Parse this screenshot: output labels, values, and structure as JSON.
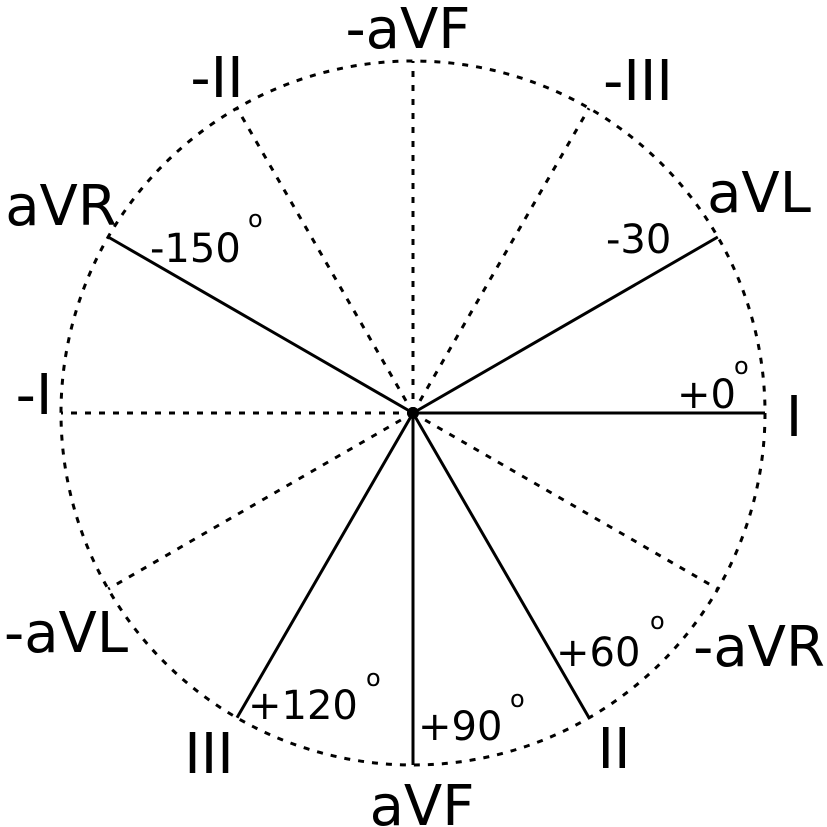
{
  "diagram": {
    "colors": {
      "stroke": "#000000",
      "background": "#ffffff"
    },
    "axes": [
      {
        "id": "lead-I",
        "angle": 0,
        "style": "solid"
      },
      {
        "id": "lead-aVL",
        "angle": -30,
        "style": "solid"
      },
      {
        "id": "lead-II",
        "angle": 60,
        "style": "solid"
      },
      {
        "id": "lead-aVF",
        "angle": 90,
        "style": "solid"
      },
      {
        "id": "lead-III",
        "angle": 120,
        "style": "solid"
      },
      {
        "id": "lead-aVR",
        "angle": -150,
        "style": "solid"
      },
      {
        "id": "neg-lead-I",
        "angle": 180,
        "style": "dashed"
      },
      {
        "id": "neg-lead-aVL",
        "angle": 150,
        "style": "dashed"
      },
      {
        "id": "neg-lead-II",
        "angle": -120,
        "style": "dashed"
      },
      {
        "id": "neg-lead-aVF",
        "angle": -90,
        "style": "dashed"
      },
      {
        "id": "neg-lead-III",
        "angle": -60,
        "style": "dashed"
      },
      {
        "id": "neg-lead-aVR",
        "angle": 30,
        "style": "dashed"
      }
    ],
    "lead_labels": {
      "neg_avf": "-aVF",
      "neg_ii": "-II",
      "neg_iii": "-III",
      "avr": "aVR",
      "avl": "aVL",
      "neg_i": "-I",
      "i": "I",
      "neg_avl": "-aVL",
      "neg_avr": "-aVR",
      "iii": "III",
      "ii": "II",
      "avf": "aVF"
    },
    "angle_labels": {
      "m150": "-150",
      "m30": "-30",
      "p0": "+0",
      "p60": "+60",
      "p90": "+90",
      "p120": "+120"
    },
    "degree_symbol": "o"
  }
}
